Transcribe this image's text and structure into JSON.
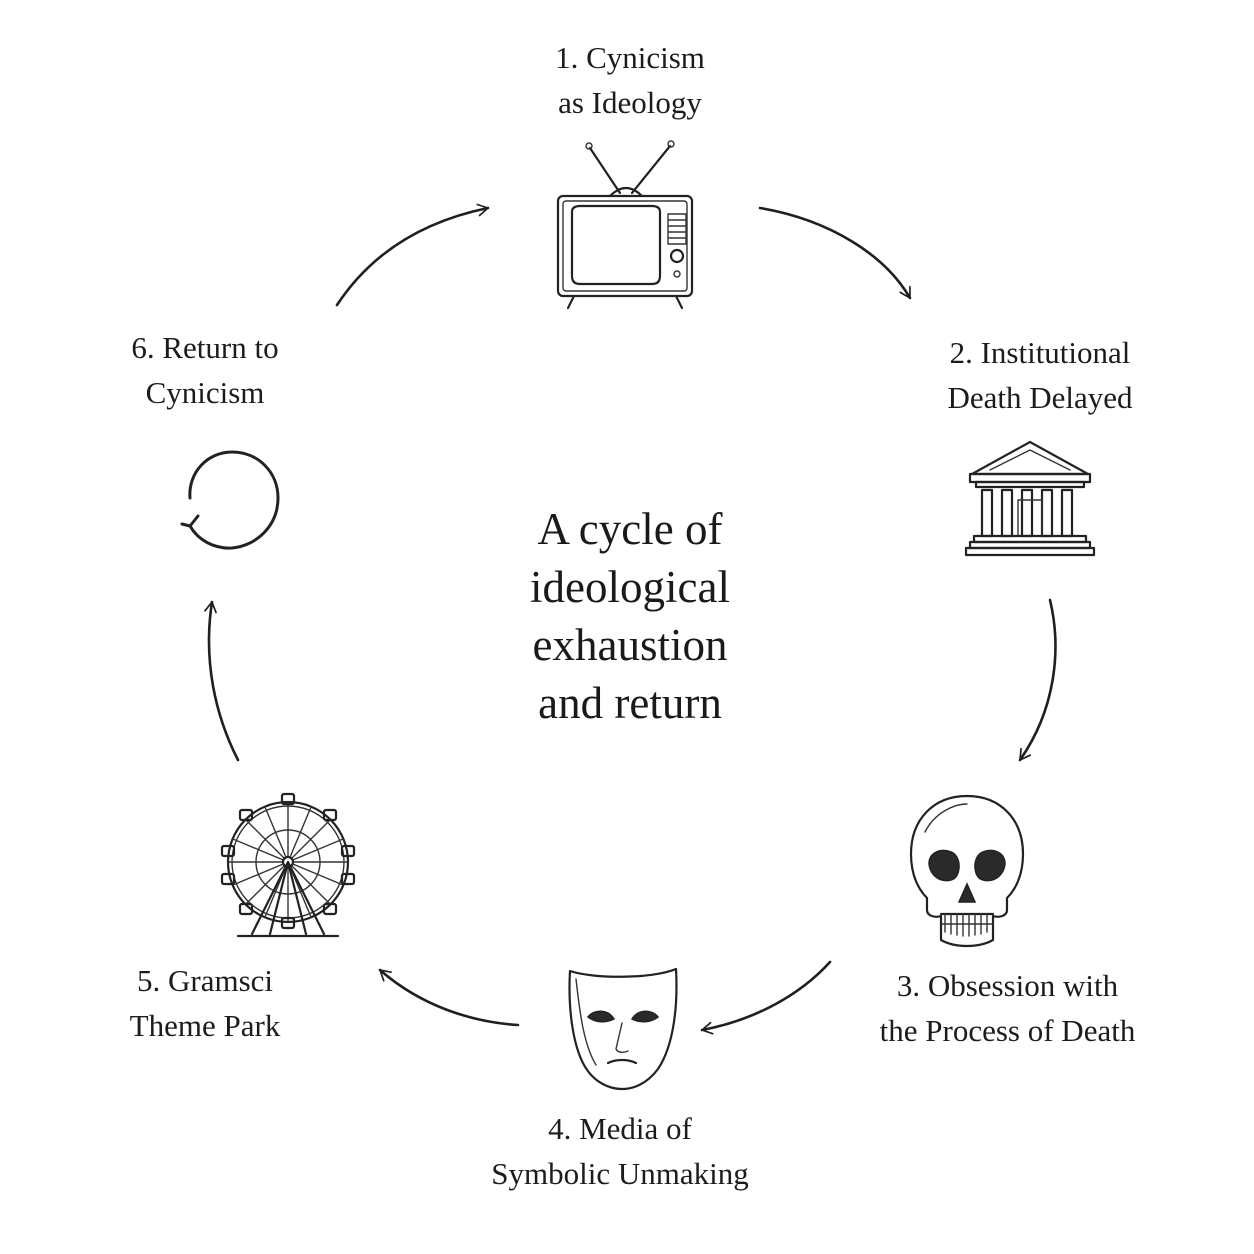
{
  "title": [
    "A cycle of",
    "ideological",
    "exhaustion",
    "and return"
  ],
  "steps": [
    {
      "lines": [
        "1. Cynicism",
        "as Ideology"
      ],
      "icon": "television-icon"
    },
    {
      "lines": [
        "2. Institutional",
        "Death Delayed"
      ],
      "icon": "institution-building-icon"
    },
    {
      "lines": [
        "3. Obsession with",
        "the Process of Death"
      ],
      "icon": "skull-icon"
    },
    {
      "lines": [
        "4. Media of",
        "Symbolic Unmaking"
      ],
      "icon": "theatre-mask-icon"
    },
    {
      "lines": [
        "5. Gramsci",
        "Theme Park"
      ],
      "icon": "ferris-wheel-icon"
    },
    {
      "lines": [
        "6. Return to",
        "Cynicism"
      ],
      "icon": "circular-arrow-icon"
    }
  ]
}
